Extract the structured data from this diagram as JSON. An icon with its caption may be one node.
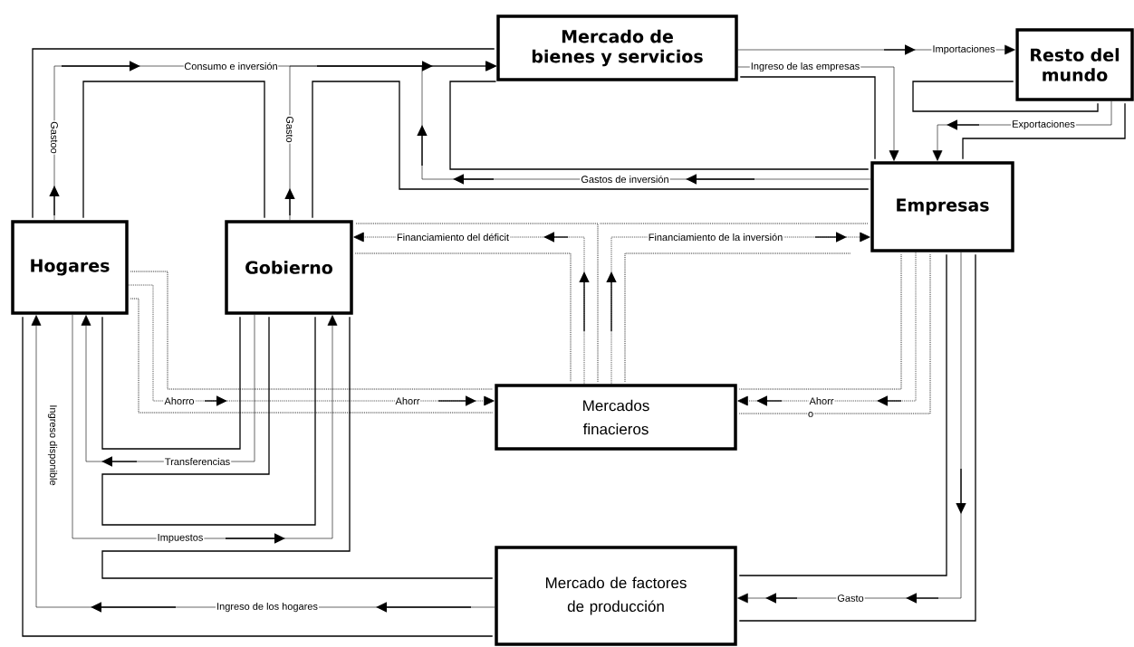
{
  "diagram": {
    "nodes": [
      {
        "text": [
          "Hogares"
        ]
      },
      {
        "text": [
          "Gobierno"
        ]
      },
      {
        "text": [
          "Mercado de bienes y servicios"
        ]
      },
      {
        "text": [
          "Resto del mundo"
        ]
      },
      {
        "text": [
          "Empresas"
        ]
      },
      {
        "text": [
          "Mercados finacieros"
        ]
      },
      {
        "text": [
          "Mercado de factores de producción"
        ]
      }
    ],
    "edges": [
      {
        "from": 0,
        "to": 2,
        "arrow": "to",
        "label": "Gastoo"
      },
      {
        "from": 1,
        "to": 2,
        "arrow": "to",
        "label": "Gasto"
      },
      {
        "from": 4,
        "to": 2,
        "arrow": "to",
        "label": "Gastos de inversión"
      },
      {
        "from": 2,
        "to": 4,
        "arrow": "to",
        "label": "Ingreso de las empresas"
      },
      {
        "from": 2,
        "to": 3,
        "arrow": "to",
        "label": "Importaciones"
      },
      {
        "from": 3,
        "to": 4,
        "arrow": "to",
        "label": "Exportaciones"
      },
      {
        "from": 5,
        "to": 1,
        "arrow": "to",
        "label": "Financiamiento del déficit",
        "style": "dashed"
      },
      {
        "from": 5,
        "to": 4,
        "arrow": "to",
        "label": "Financiamiento de la inversión",
        "style": "dashed"
      },
      {
        "from": 0,
        "to": 5,
        "arrow": "to",
        "label": "Ahorro",
        "style": "dashed"
      },
      {
        "from": 4,
        "to": 5,
        "arrow": "to",
        "label": "Ahorr",
        "style": "dashed"
      },
      {
        "from": 1,
        "to": 0,
        "arrow": "to",
        "label": "Transferencias"
      },
      {
        "from": 0,
        "to": 1,
        "arrow": "to",
        "label": "Impuestos"
      },
      {
        "from": 6,
        "to": 0,
        "arrow": "to",
        "label": "Ingreso de los hogares"
      },
      {
        "from": 4,
        "to": 6,
        "arrow": "to",
        "label": "Gasto"
      }
    ],
    "labels": [
      "Consumo e inversión",
      "Ingreso disponible",
      "Ahorr",
      "o"
    ]
  }
}
